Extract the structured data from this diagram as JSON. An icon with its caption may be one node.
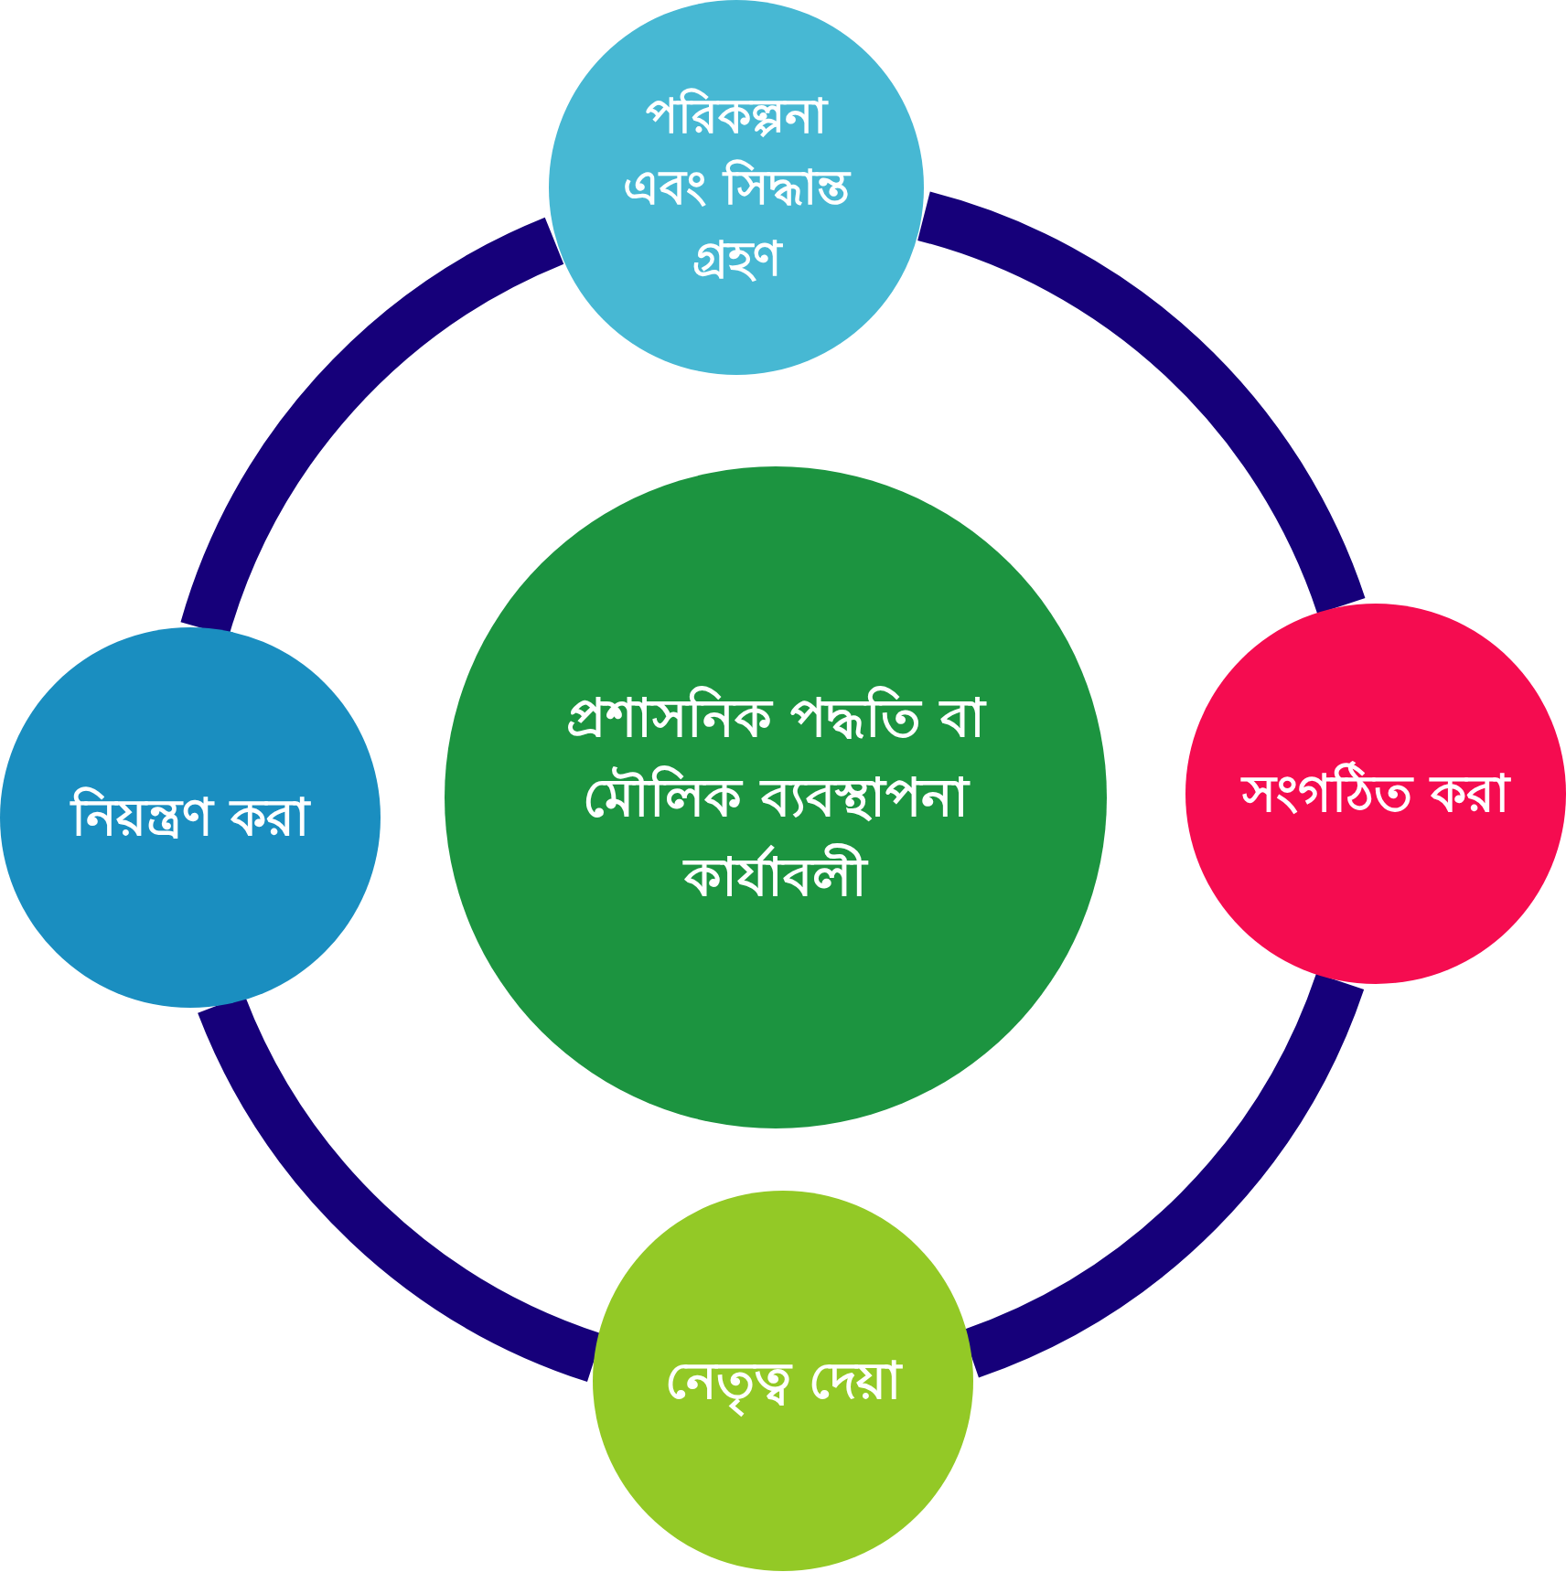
{
  "diagram": {
    "nodes": [
      {
        "text": [
          "পরিকল্পনা এবং সিদ্ধান্ত গ্রহণ"
        ]
      },
      {
        "text": [
          "প্রশাসনিক পদ্ধতি বা মৌলিক ব্যবস্থাপনা কার্যাবলী"
        ]
      },
      {
        "text": [
          "সংগঠিত করা"
        ]
      },
      {
        "text": [
          "নেতৃত্ব দেয়া"
        ]
      },
      {
        "text": [
          "নিয়ন্ত্রণ করা"
        ]
      }
    ],
    "edges": [
      {
        "from": 0,
        "to": 2,
        "arrow": "none"
      },
      {
        "from": 2,
        "to": 3,
        "arrow": "none"
      },
      {
        "from": 3,
        "to": 4,
        "arrow": "none"
      },
      {
        "from": 4,
        "to": 0,
        "arrow": "none"
      }
    ]
  }
}
